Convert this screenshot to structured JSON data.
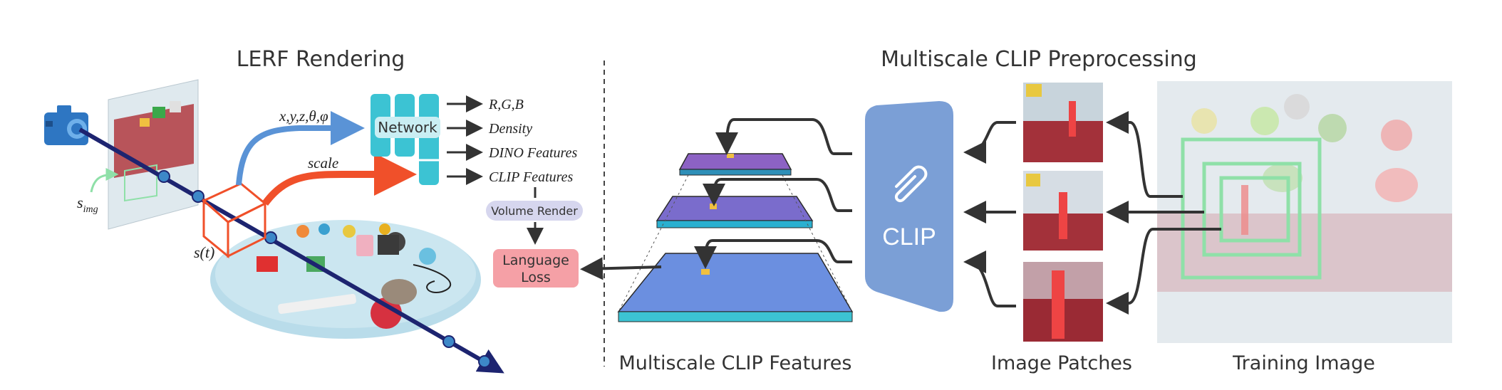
{
  "sections": {
    "left_title": "LERF Rendering",
    "right_title": "Multiscale CLIP Preprocessing"
  },
  "network": {
    "label": "Network",
    "input_label": "x,y,z,θ,φ",
    "scale_label": "scale",
    "outputs": [
      "R,G,B",
      "Density",
      "DINO Features",
      "CLIP Features"
    ],
    "volume_render": "Volume Render",
    "language_loss_line1": "Language",
    "language_loss_line2": "Loss"
  },
  "symbols": {
    "s_img_main": "s",
    "s_img_sub": "img",
    "s_t": "s(t)"
  },
  "clip": {
    "label": "CLIP"
  },
  "captions": {
    "features": "Multiscale CLIP Features",
    "patches": "Image Patches",
    "training": "Training Image"
  },
  "colors": {
    "network_teal": "#3cc3d3",
    "input_arrow_blue": "#5a93d6",
    "scale_arrow_red": "#f0502a",
    "clip_block": "#7b9fd6",
    "loss_box": "#f5a0a6",
    "volume_pill": "#d6d6ee",
    "patch_box_green": "#8fe0a8",
    "ray_navy": "#1d2470"
  }
}
